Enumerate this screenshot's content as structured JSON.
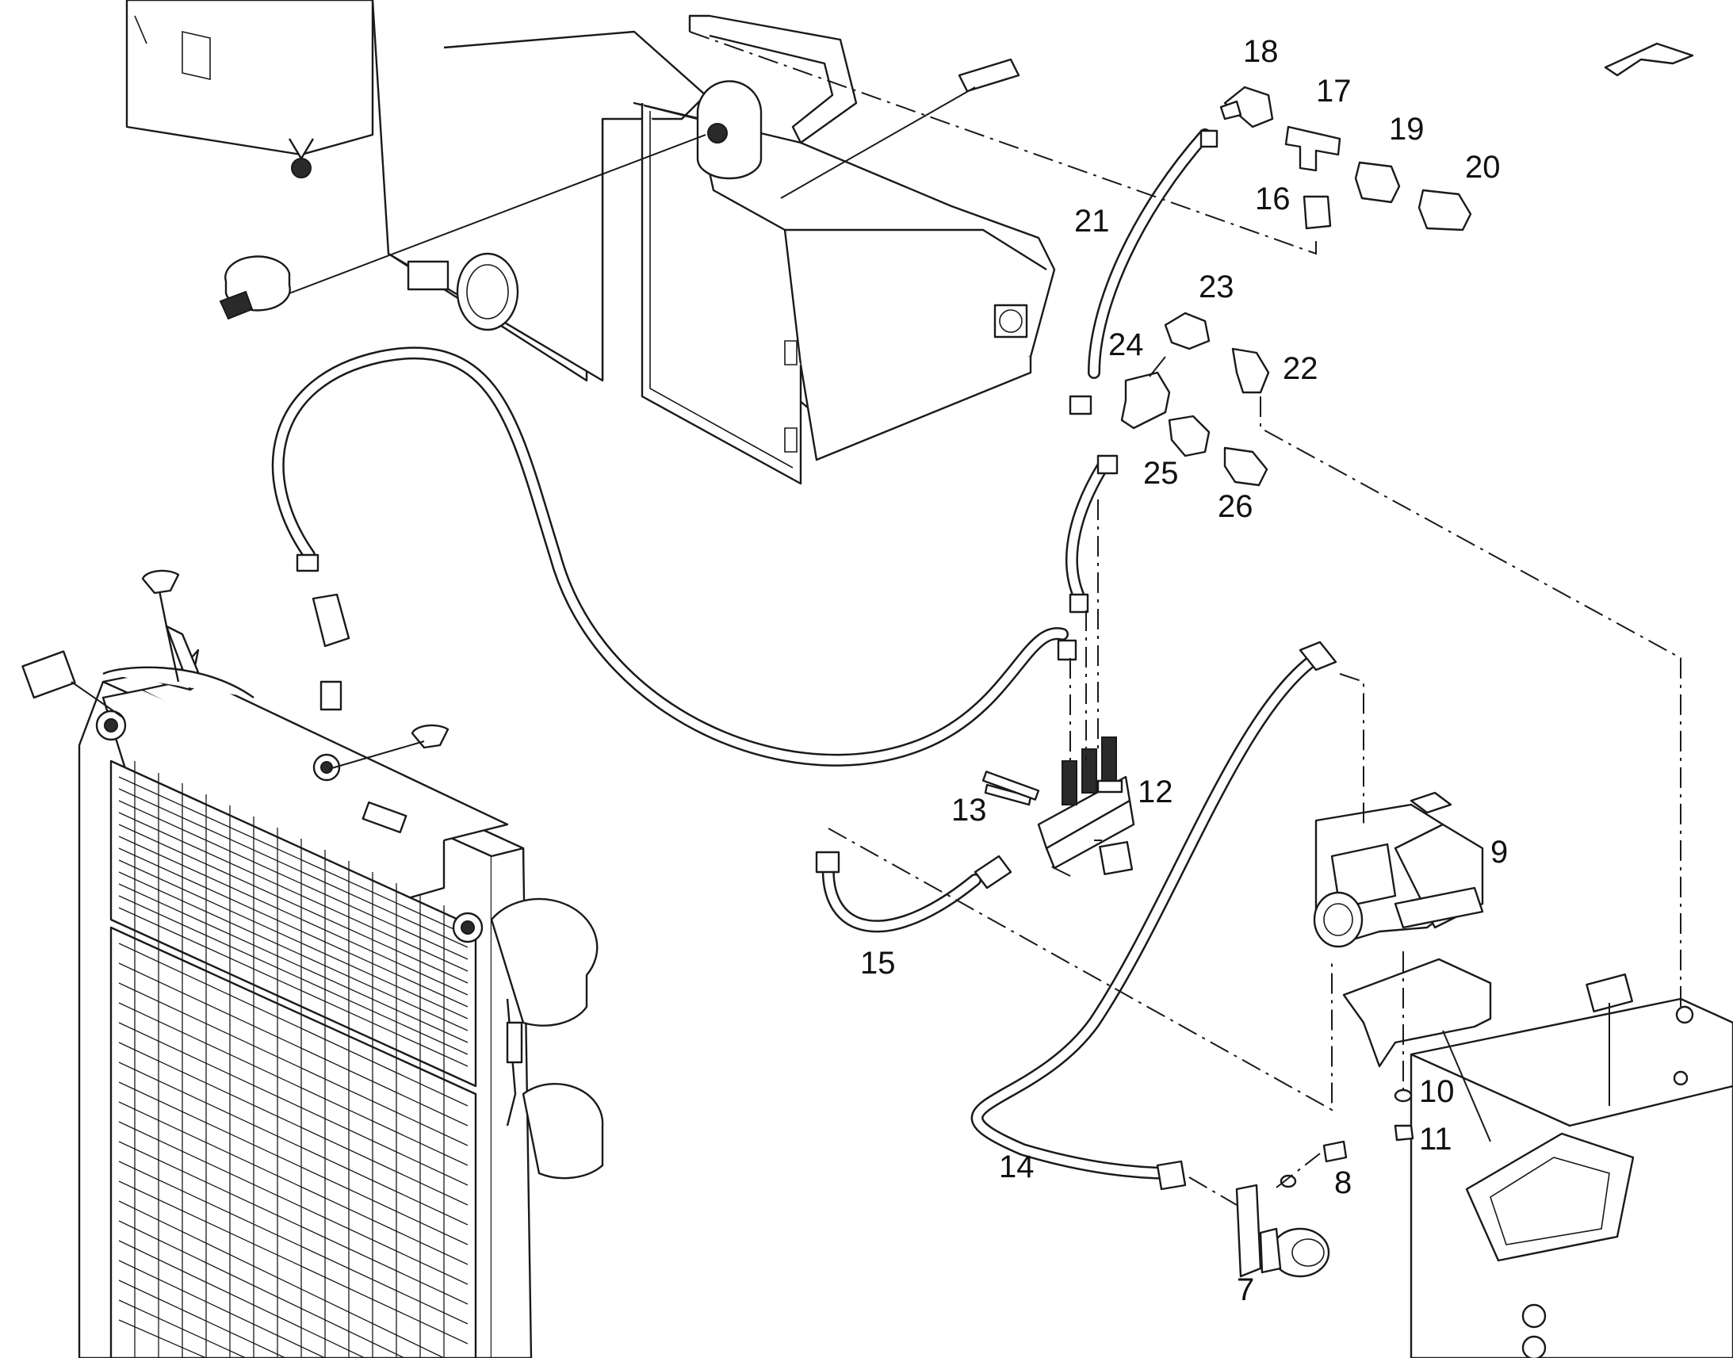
{
  "diagram": {
    "callouts": [
      "7",
      "8",
      "9",
      "10",
      "11",
      "12",
      "13",
      "14",
      "15",
      "16",
      "17",
      "18",
      "19",
      "20",
      "21",
      "22",
      "23",
      "24",
      "25",
      "26"
    ]
  }
}
